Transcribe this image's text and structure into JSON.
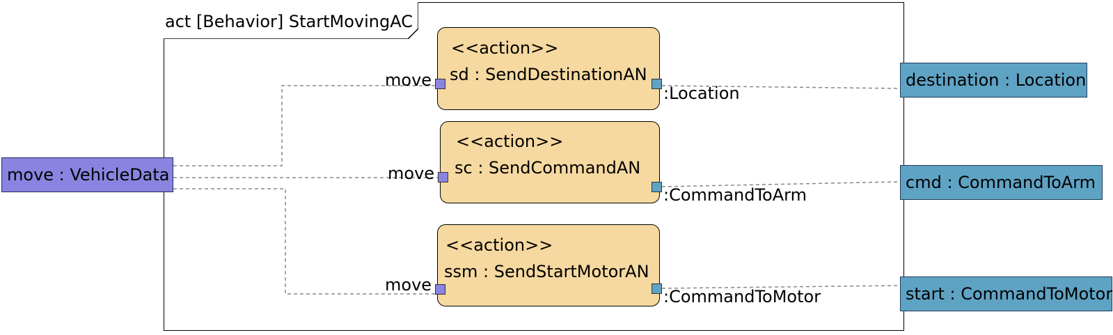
{
  "diagram": {
    "frame_label": "act [Behavior] StartMovingAC",
    "input_parameter": {
      "label": "move : VehicleData",
      "color": "#8a84e0"
    },
    "output_parameters": [
      {
        "label": "destination : Location",
        "color": "#5fa3c4"
      },
      {
        "label": "cmd : CommandToArm",
        "color": "#5fa3c4"
      },
      {
        "label": "start : CommandToMotor",
        "color": "#5fa3c4"
      }
    ],
    "actions": [
      {
        "stereotype": "<<action>>",
        "name": "sd : SendDestinationAN",
        "input_pin": "move",
        "output_pin": ":Location"
      },
      {
        "stereotype": "<<action>>",
        "name": "sc : SendCommandAN",
        "input_pin": "move",
        "output_pin": ":CommandToArm"
      },
      {
        "stereotype": "<<action>>",
        "name": "ssm : SendStartMotorAN",
        "input_pin": "move",
        "output_pin": ":CommandToMotor"
      }
    ],
    "colors": {
      "action_fill": "#f6d9a0",
      "input_pin": "#8a84e0",
      "output_pin": "#5fa3c4",
      "wire": "#888888"
    }
  }
}
